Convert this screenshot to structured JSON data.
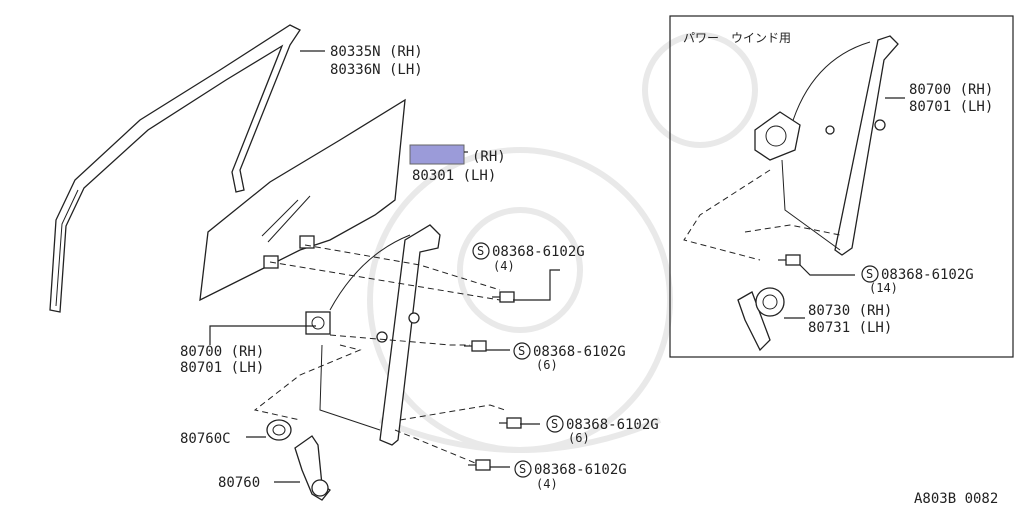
{
  "diagram": {
    "code": "A803B 0082",
    "inset_title": "パワー　ウインド用",
    "highlight_color": "#9b9bd9",
    "labels": {
      "sash_rh": "80335N (RH)",
      "sash_lh": "80336N (LH)",
      "glass_rh": "(RH)",
      "glass_lh": "80301 (LH)",
      "reg_rh": "80700 (RH)",
      "reg_lh": "80701 (LH)",
      "bolt_code": "08368-6102G",
      "qty_4": "(4)",
      "qty_6": "(6)",
      "qty_14": "(14)",
      "qty_4b": "(4)",
      "qty_6b": "(6)",
      "handle_escutcheon": "80760C",
      "handle": "80760",
      "inset_reg_rh": "80700 (RH)",
      "inset_reg_lh": "80701 (LH)",
      "motor_rh": "80730 (RH)",
      "motor_lh": "80731 (LH)"
    },
    "s_mark": "S"
  }
}
